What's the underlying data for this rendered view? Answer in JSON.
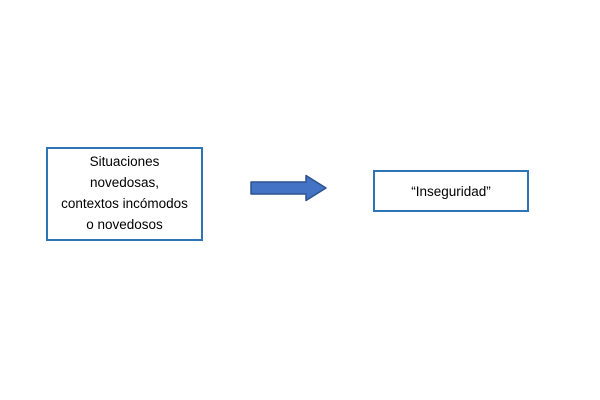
{
  "diagram": {
    "left_box": {
      "lines": {
        "0": "Situaciones",
        "1": "novedosas,",
        "2": "contextos incómodos",
        "3": "o novedosos"
      }
    },
    "arrow": {
      "name": "right-arrow",
      "fill_color": "#4472C4",
      "border_color": "#2F528F"
    },
    "right_box": {
      "label": "“Inseguridad”"
    },
    "colors": {
      "background": "#FFFFFF",
      "box_border": "#2E75B6",
      "text": "#000000"
    }
  }
}
